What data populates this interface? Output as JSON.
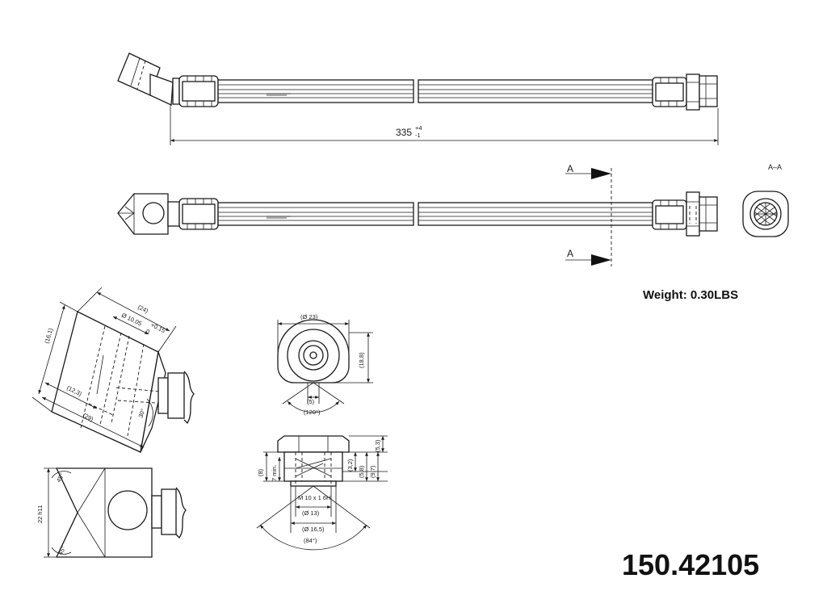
{
  "part_number": "150.42105",
  "weight_label": "Weight: 0.30LBS",
  "dimensions": {
    "overall_length": "335",
    "overall_tol_plus": "+4",
    "overall_tol_minus": "-1"
  },
  "section": {
    "marker": "A",
    "title": "A–A"
  },
  "fitting_side": {
    "d_24": "(24)",
    "d_bore": "Ø 10.05",
    "d_bore_tol_plus": "+0.15",
    "d_bore_tol_minus": "0",
    "d_161": "(16,1)",
    "d_123": "(12,3)",
    "d_29": "(29)",
    "angle_30": "30°"
  },
  "fitting_block": {
    "d_22": "22 h11",
    "angle_top": "45°",
    "angle_bottom": "45°"
  },
  "end_view": {
    "d_23": "(Ø 23)",
    "d_188": "(18,8)",
    "d_5": "(5)",
    "angle_120": "(120°)"
  },
  "end_section": {
    "d_53": "(5,3)",
    "d_32": "(3,2)",
    "d_58": "(5,8)",
    "d_97": "(9,7)",
    "d_8": "(8)",
    "d_7min": "7 min.",
    "thread": "M 10 x 1  6H",
    "d_13": "(Ø 13)",
    "d_165": "(Ø 16,5)",
    "angle_84": "(84°)"
  }
}
